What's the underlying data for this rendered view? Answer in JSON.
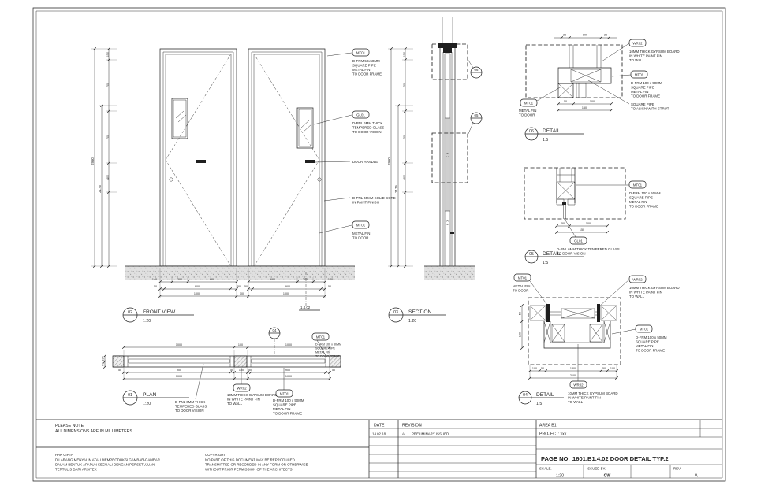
{
  "colors": {
    "line": "#1f1f1f",
    "glass": "#cfcfcf",
    "floor": "#dedede"
  },
  "labels": {
    "mt01": "MT01",
    "gl01": "GL01",
    "wr02": "WR02"
  },
  "callouts": {
    "c06": "06",
    "c05": "05",
    "c04": "04",
    "section_ref": "1.4.02"
  },
  "views": {
    "front": {
      "num": "02",
      "title": "FRONT VIEW",
      "scale": "1:20"
    },
    "section": {
      "num": "03",
      "title": "SECTION",
      "scale": "1:20"
    },
    "plan": {
      "num": "01",
      "title": "PLAN",
      "scale": "1:20"
    },
    "d06": {
      "num": "06",
      "title": "DETAIL",
      "scale": "1:5"
    },
    "d05": {
      "num": "05",
      "title": "DETAIL",
      "scale": "1:5"
    },
    "d04": {
      "num": "04",
      "title": "DETAIL",
      "scale": "1:5"
    }
  },
  "ann": {
    "mt01_sq50": [
      "D-FRM 50x50MM",
      "SQUARE PIPE",
      "METAL FIN",
      "TO DOOR FRAME"
    ],
    "gl01_glass": [
      "D-PNL 6MM THICK",
      "TEMPERED GLASS",
      "TO DOOR VISION"
    ],
    "door_handle": "DOOR HANDLE",
    "dpnl": [
      "D-PNL 45MM SOLID CORE",
      "IN PAINT FINISH"
    ],
    "metal_fin": [
      "METAL FIN",
      "TO DOOR"
    ],
    "wr02_gyp": [
      "10MM THICK GYPSUM BOARD",
      "IN WHITE PAINT FIN",
      "TO WALL"
    ],
    "mt01_sq100": [
      "D-FRM 100 x 50MM",
      "SQUARE PIPE",
      "METAL FIN",
      "TO DOOR FRAME"
    ],
    "sq_pipe": [
      "SQUARE PIPE",
      "TO ALIGN WITH STRUT"
    ],
    "glass_long": [
      "D-PNL 6MM THICK TEMPERED GLASS",
      "TO DOOR VISION"
    ]
  },
  "dims": {
    "vleft": {
      "total": "2950",
      "mid": "2175",
      "segs": [
        "150",
        "700",
        "700",
        "400"
      ]
    },
    "fv_b1": [
      "140",
      "200",
      "600",
      "600",
      "200",
      "140"
    ],
    "fv_b2": [
      "50",
      "900",
      "50",
      "50",
      "900",
      "50"
    ],
    "fv_b3": [
      "1000",
      "100",
      "1000"
    ],
    "plan_top": [
      "1000",
      "100",
      "1000"
    ],
    "plan_b1": [
      "50",
      "900",
      "50",
      "100",
      "50",
      "900",
      "50"
    ],
    "plan_b2": [
      "1000",
      "1000"
    ],
    "plan_left": [
      "100",
      "50"
    ],
    "d06_top": [
      "25",
      "100",
      "25"
    ],
    "d06_bot": [
      "50",
      "100",
      "150"
    ],
    "d05_bot": [
      "50",
      "100",
      "150"
    ],
    "d04_left": [
      "50",
      "100"
    ],
    "d04_b1": [
      "100",
      "50",
      "1800",
      "50",
      "100"
    ],
    "d04_b2": "2100"
  },
  "title_block": {
    "date_label": "DATE",
    "revision_label": "REVISION",
    "date": "14.02.18",
    "rev_letter": "A",
    "rev_desc": "PRELIMINARY ISSUED",
    "area": "AREA B1",
    "project": "PROJECT: xxx",
    "page_label": "PAGE NO. :",
    "page_value": "1601.B1.4.02 DOOR DETAIL TYP.2",
    "scale_label": "SCALE.",
    "scale_value": "1:20",
    "issued_label": "ISSUED BY.",
    "issued_value": "CW",
    "rev_label": "REV.",
    "rev_value": "A"
  },
  "notes": {
    "note1": "PLEASE NOTE.",
    "note2": "ALL DIMENSIONS ARE IN MILLIMETERS.",
    "hak_title": "HAK CIPTA",
    "hak_lines": [
      "DILARANG MENYALIN ATAU MEMPRODUKSI GAMBAR-GAMBAR",
      "DALAM BENTUK APAPUN KECUALI DENGAN PERSETUJUAN",
      "TERTULIS DARI ARSITEK"
    ],
    "copy_title": "COPYRIGHT",
    "copy_lines": [
      "NO PART OF THIS DOCUMENT MAY BE REPRODUCED",
      "TRANSMITTED OR RECORDED IN ANY FORM OR OTHERWISE",
      "WITHOUT PRIOR PERMISSION OF THE ARCHITECTS"
    ]
  }
}
